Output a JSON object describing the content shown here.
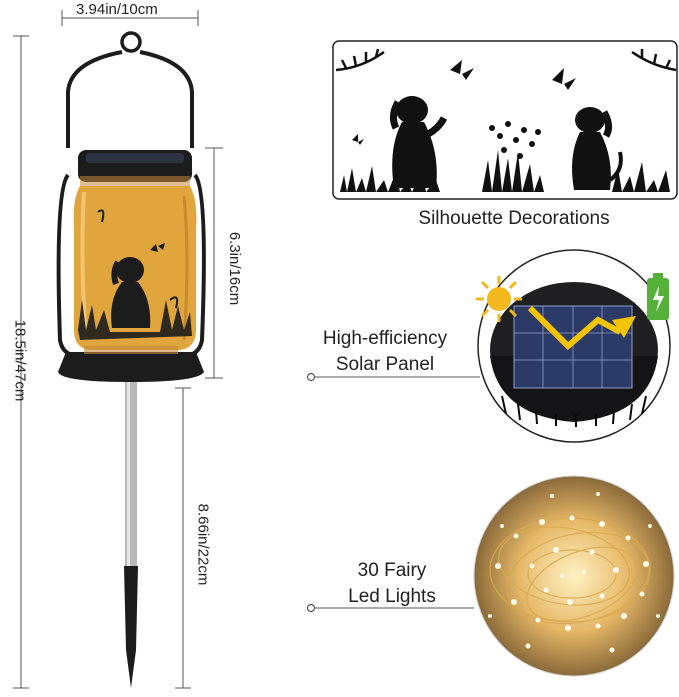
{
  "dimensions": {
    "width": "3.94in/10cm",
    "jar_height": "6.3in/16cm",
    "total_height": "18.5in/47cm",
    "stake_height": "8.66in/22cm"
  },
  "features": {
    "silhouette": {
      "caption": "Silhouette Decorations"
    },
    "solar": {
      "caption_line1": "High-efficiency",
      "caption_line2": "Solar Panel"
    },
    "lights": {
      "caption_line1": "30 Fairy",
      "caption_line2": "Led Lights"
    }
  },
  "colors": {
    "jar_glass": "#e0a53c",
    "metal": "#1c1c1c",
    "stake": "#b8b8b8",
    "sun": "#f2b81c",
    "battery": "#56b13a",
    "arrow": "#f5c400",
    "fairy_light": "#f7d27a"
  },
  "icons": [
    "sun-icon",
    "battery-icon",
    "arrow-icon"
  ]
}
